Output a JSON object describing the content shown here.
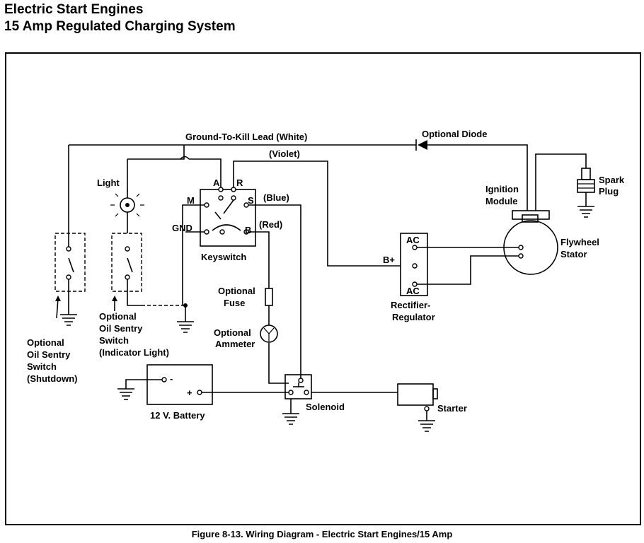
{
  "header": {
    "title_line1": "Electric Start Engines",
    "title_line2": "15 Amp Regulated Charging System"
  },
  "wires": {
    "kill_lead": "Ground-To-Kill Lead  (White)",
    "violet": "(Violet)",
    "blue": "(Blue)",
    "red": "(Red)"
  },
  "components": {
    "optional_diode": "Optional Diode",
    "light": "Light",
    "keyswitch": {
      "name": "Keyswitch",
      "a": "A",
      "r": "R",
      "m": "M",
      "s": "S",
      "gnd": "GND",
      "b": "B"
    },
    "ignition_module": [
      "Ignition",
      "Module"
    ],
    "spark_plug": [
      "Spark",
      "Plug"
    ],
    "flywheel_stator": [
      "Flywheel",
      "Stator"
    ],
    "rectifier": {
      "ac_top": "AC",
      "ac_bottom": "AC",
      "b_plus": "B+",
      "name": [
        "Rectifier-",
        "Regulator"
      ]
    },
    "fuse": [
      "Optional",
      "Fuse"
    ],
    "ammeter": [
      "Optional",
      "Ammeter"
    ],
    "oil_sentry_indicator": [
      "Optional",
      "Oil Sentry",
      "Switch",
      "(Indicator Light)"
    ],
    "oil_sentry_shutdown": [
      "Optional",
      "Oil Sentry",
      "Switch",
      "(Shutdown)"
    ],
    "battery": {
      "name": "12 V. Battery",
      "minus": "-",
      "plus": "+"
    },
    "solenoid": "Solenoid",
    "starter": "Starter"
  },
  "caption": "Figure 8-13.  Wiring Diagram - Electric Start Engines/15 Amp"
}
